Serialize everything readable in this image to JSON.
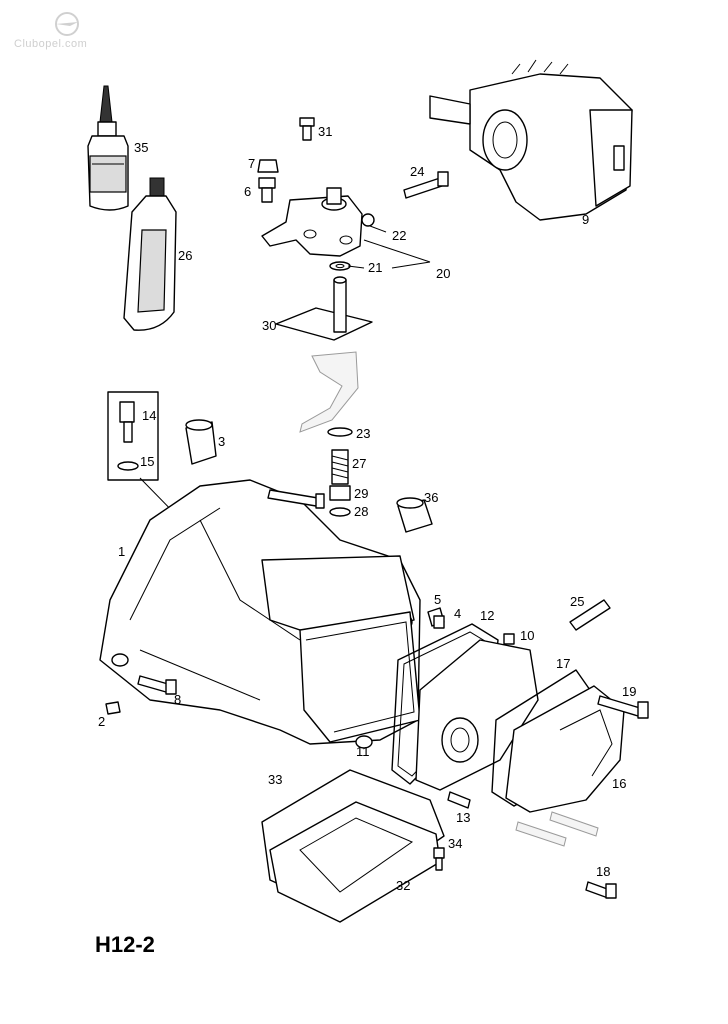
{
  "watermark": {
    "text": "Clubopel.com"
  },
  "diagram_code": "H12-2",
  "callouts": [
    {
      "id": "c1",
      "label": "1"
    },
    {
      "id": "c2",
      "label": "2"
    },
    {
      "id": "c3",
      "label": "3"
    },
    {
      "id": "c4",
      "label": "4"
    },
    {
      "id": "c5",
      "label": "5"
    },
    {
      "id": "c6",
      "label": "6"
    },
    {
      "id": "c7",
      "label": "7"
    },
    {
      "id": "c8",
      "label": "8"
    },
    {
      "id": "c9",
      "label": "9"
    },
    {
      "id": "c10",
      "label": "10"
    },
    {
      "id": "c11",
      "label": "11"
    },
    {
      "id": "c12",
      "label": "12"
    },
    {
      "id": "c13",
      "label": "13"
    },
    {
      "id": "c14",
      "label": "14"
    },
    {
      "id": "c15",
      "label": "15"
    },
    {
      "id": "c16",
      "label": "16"
    },
    {
      "id": "c17",
      "label": "17"
    },
    {
      "id": "c18",
      "label": "18"
    },
    {
      "id": "c19",
      "label": "19"
    },
    {
      "id": "c20",
      "label": "20"
    },
    {
      "id": "c21",
      "label": "21"
    },
    {
      "id": "c22",
      "label": "22"
    },
    {
      "id": "c23",
      "label": "23"
    },
    {
      "id": "c24",
      "label": "24"
    },
    {
      "id": "c25",
      "label": "25"
    },
    {
      "id": "c26",
      "label": "26"
    },
    {
      "id": "c27",
      "label": "27"
    },
    {
      "id": "c28",
      "label": "28"
    },
    {
      "id": "c29",
      "label": "29"
    },
    {
      "id": "c30",
      "label": "30"
    },
    {
      "id": "c31",
      "label": "31"
    },
    {
      "id": "c32",
      "label": "32"
    },
    {
      "id": "c33",
      "label": "33"
    },
    {
      "id": "c34",
      "label": "34"
    },
    {
      "id": "c35",
      "label": "35"
    },
    {
      "id": "c36",
      "label": "36"
    }
  ]
}
